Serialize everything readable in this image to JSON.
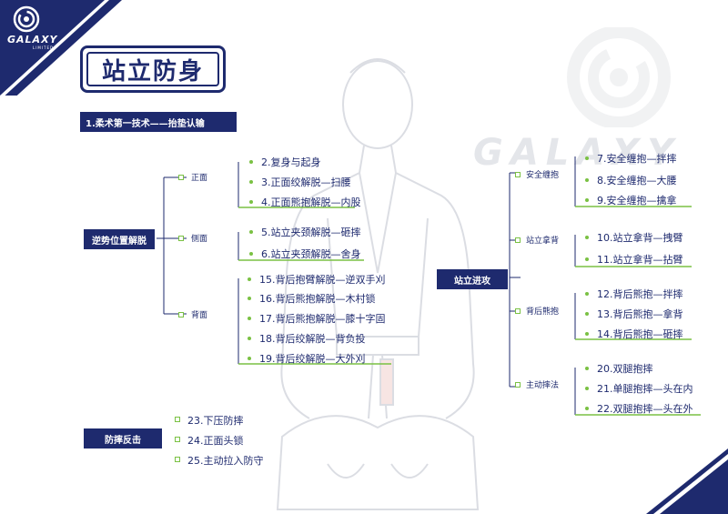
{
  "brand": {
    "name": "GALAXY",
    "sub": "LIMITED"
  },
  "title": "站立防身",
  "rule": "1.柔术第一技术——抬垫认输",
  "left": {
    "escape": {
      "label": "逆势位置解脱",
      "groups": [
        {
          "label": "正面",
          "items": [
            "2.复身与起身",
            "3.正面绞解脱—扫腰",
            "4.正面熊抱解脱—内股"
          ]
        },
        {
          "label": "侧面",
          "items": [
            "5.站立夹颈解脱—砸摔",
            "6.站立夹颈解脱—舍身"
          ]
        },
        {
          "label": "背面",
          "items": [
            "15.背后抱臂解脱—逆双手刈",
            "16.背后熊抱解脱—木村锁",
            "17.背后熊抱解脱—膝十字固",
            "18.背后绞解脱—背负投",
            "19.背后绞解脱—大外刈"
          ]
        }
      ]
    },
    "sprawl": {
      "label": "防摔反击",
      "items": [
        "23.下压防摔",
        "24.正面头锁",
        "25.主动拉入防守"
      ]
    }
  },
  "right": {
    "label": "站立进攻",
    "groups": [
      {
        "label": "安全缠抱",
        "items": [
          "7.安全缠抱—拌摔",
          "8.安全缠抱—大腰",
          "9.安全缠抱—擒拿"
        ]
      },
      {
        "label": "站立拿背",
        "items": [
          "10.站立拿背—拽臂",
          "11.站立拿背—拈臂"
        ]
      },
      {
        "label": "背后熊抱",
        "items": [
          "12.背后熊抱—拌摔",
          "13.背后熊抱—拿背",
          "14.背后熊抱—砸摔"
        ]
      },
      {
        "label": "主动摔法",
        "items": [
          "20.双腿抱摔",
          "21.单腿抱摔—头在内",
          "22.双腿抱摔—头在外"
        ]
      }
    ]
  },
  "colors": {
    "navy": "#1e2a6e",
    "green": "#7ac143",
    "line": "#7ac143"
  }
}
